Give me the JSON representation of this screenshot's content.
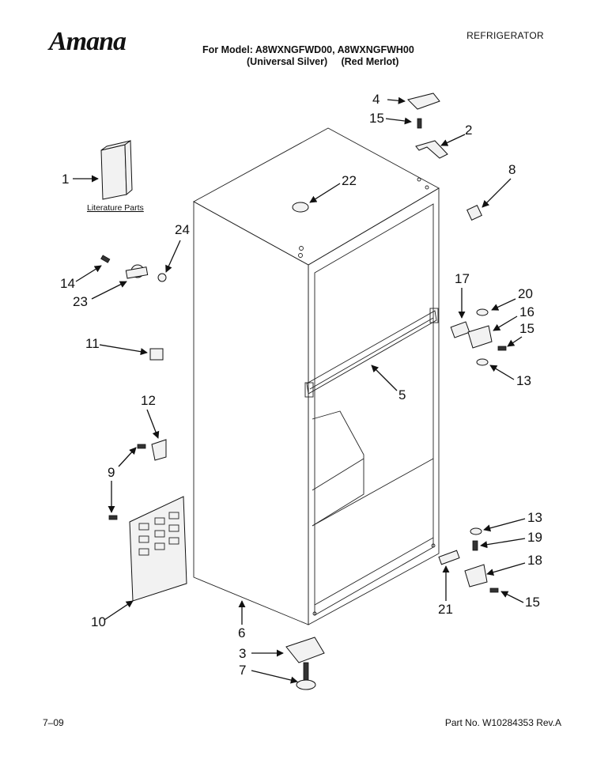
{
  "header": {
    "brand": "Amana",
    "category": "REFRIGERATOR",
    "model_line": "For Model: A8WXNGFWD00, A8WXNGFWH00",
    "model_sub": "(Universal Silver)     (Red Merlot)"
  },
  "diagram": {
    "literature_label": "Literature Parts",
    "callouts": [
      "1",
      "2",
      "3",
      "4",
      "5",
      "6",
      "7",
      "8",
      "9",
      "10",
      "11",
      "12",
      "13",
      "13",
      "14",
      "15",
      "15",
      "15",
      "16",
      "17",
      "18",
      "19",
      "20",
      "21",
      "22",
      "23",
      "24"
    ]
  },
  "footer": {
    "date": "7–09",
    "part_no": "Part No. W10284353 Rev.A"
  }
}
